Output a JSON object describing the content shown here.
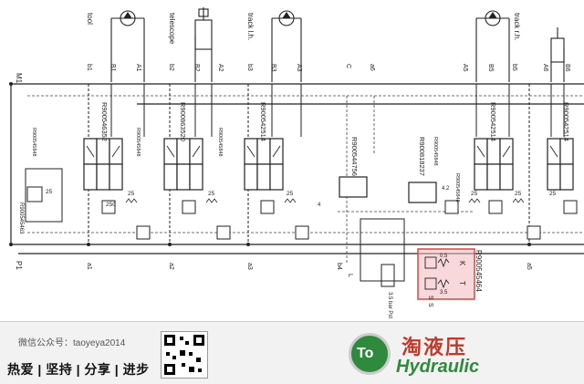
{
  "diagram": {
    "left_port": "M1",
    "port_P1": "P1",
    "top_labels": {
      "tool": "tool",
      "telescope": "telescope",
      "track_lh": "track l.h.",
      "track_rh": "track r.h."
    },
    "ports_top": [
      "b1",
      "B1",
      "A1",
      "b2",
      "B2",
      "A2",
      "b3",
      "B3",
      "A3",
      "C",
      "a6",
      "A5",
      "B5",
      "b5",
      "A6",
      "B6"
    ],
    "ports_bottom": [
      "a1",
      "a2",
      "a3",
      "b4",
      "L",
      "S",
      "a5"
    ],
    "valve_codes": [
      "R900546352",
      "R900863520",
      "R900542514",
      "R900544756",
      "R900818237",
      "R900542514",
      "R900542514"
    ],
    "relief_code": "R900545463",
    "small_codes": [
      "R900545848",
      "R900545848",
      "R900545848",
      "R900545848",
      "R900545848"
    ],
    "pressures": {
      "main": "250",
      "relief": "25",
      "p1": "25",
      "p2": "25",
      "p3": "25",
      "p4": "25",
      "p5": "25",
      "p6": "25"
    },
    "highlight": {
      "code": "R900545464",
      "v1": "0.5",
      "v2": "3.5",
      "k": "K",
      "t": "T",
      "s": "S"
    },
    "note_pst": "3.5 bar Pst",
    "dim_1": "4",
    "dim_2": "4.2"
  },
  "footer": {
    "wechat": "微信公众号：taoyeya2014",
    "slogan": "热爱 | 坚持 | 分享 | 进步",
    "brand_cn": "淘液压",
    "brand_en": "Hydraulic",
    "brand_mark": "To"
  },
  "colors": {
    "line": "#222222",
    "dash": "#444444",
    "highlight_fill": "#f4b8bd",
    "highlight_stroke": "#d9534f",
    "brand_green": "#2f8a3e",
    "brand_red": "#c0392b"
  }
}
